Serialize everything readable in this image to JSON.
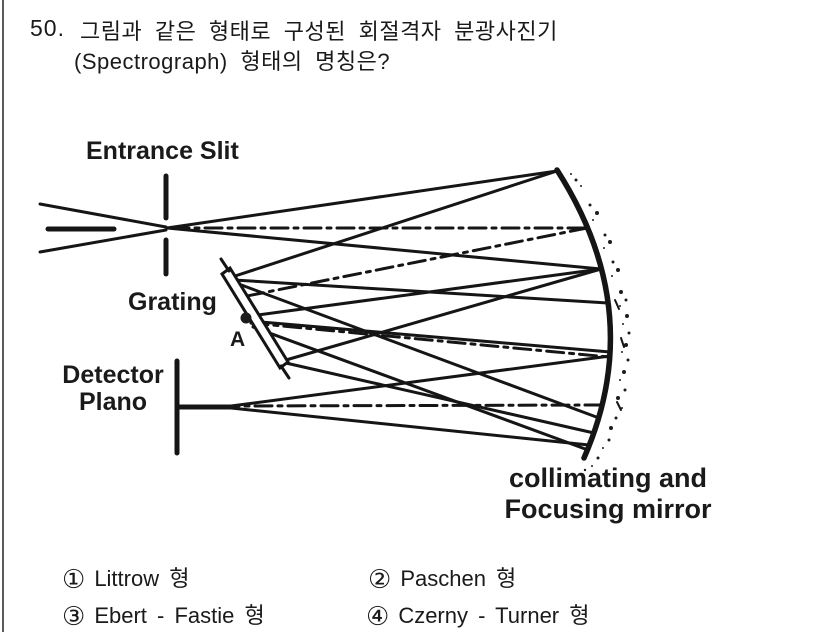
{
  "question": {
    "number": "50.",
    "line1": "그림과 같은 형태로 구성된 회절격자 분광사진기",
    "line2": "(Spectrograph) 형태의 명칭은?"
  },
  "diagram": {
    "labels": {
      "entrance_slit": "Entrance Slit",
      "grating": "Grating",
      "point_a": "A",
      "detector_line1": "Detector",
      "detector_line2": "Plano",
      "mirror_line1": "collimating and",
      "mirror_line2": "Focusing mirror"
    }
  },
  "options": [
    {
      "marker": "①",
      "label": "Littrow 형"
    },
    {
      "marker": "②",
      "label": "Paschen 형"
    },
    {
      "marker": "③",
      "label": "Ebert - Fastie 형"
    },
    {
      "marker": "④",
      "label": "Czerny - Turner 형"
    }
  ],
  "colors": {
    "ink": "#1a1a1a",
    "paper": "#ffffff",
    "border_line": "#5a5a5a"
  }
}
